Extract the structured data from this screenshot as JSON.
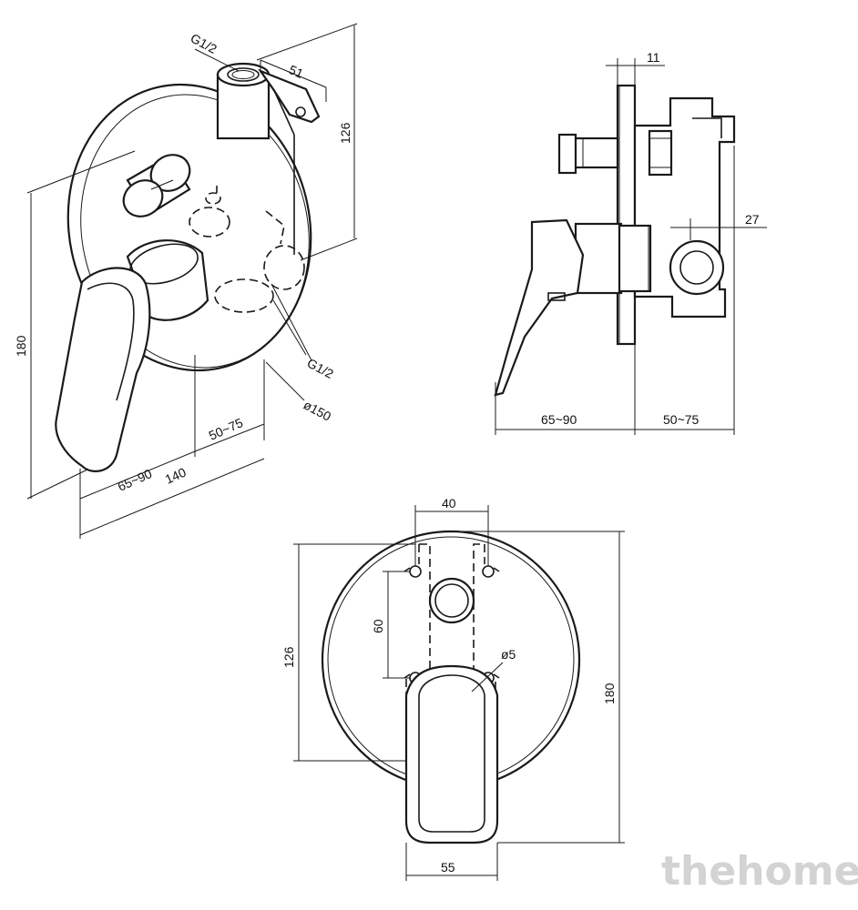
{
  "iso_view": {
    "labels": {
      "g_top": "G1/2",
      "g_side": "G1/2",
      "d51": "51",
      "d126": "126",
      "d180": "180",
      "d65_90": "65~90",
      "d140": "140",
      "d50_75": "50~75",
      "dia150": "ø150"
    }
  },
  "side_view": {
    "labels": {
      "d11": "11",
      "d27": "27",
      "d65_90": "65~90",
      "d50_75": "50~75"
    }
  },
  "front_view": {
    "labels": {
      "d40": "40",
      "d60": "60",
      "d126": "126",
      "d180": "180",
      "dia5": "ø5",
      "d55": "55"
    }
  },
  "watermark": "thehome"
}
